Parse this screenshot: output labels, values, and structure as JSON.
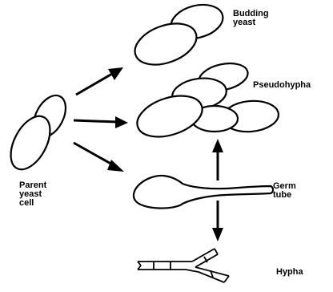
{
  "labels": {
    "budding_yeast": "Budding\nyeast",
    "pseudohypha": "Pseudohypha",
    "parent_yeast_cell": "Parent\nyeast\ncell",
    "germ_tube": "Germ\ntube",
    "hypha": "Hypha"
  },
  "colors": {
    "ink": "#000000",
    "background": "#ffffff"
  }
}
